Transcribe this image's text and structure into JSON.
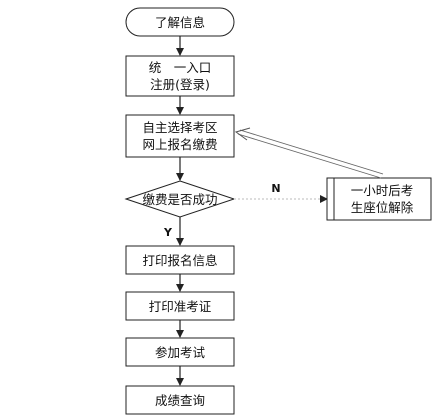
{
  "flowchart": {
    "start": {
      "label": "了解信息"
    },
    "register": {
      "lines": [
        "统　一入口",
        "注册(登录)"
      ]
    },
    "select_exam": {
      "lines": [
        "自主选择考区",
        "网上报名缴费"
      ]
    },
    "payment_check": {
      "label": "缴费是否成功"
    },
    "release_seat": {
      "lines": [
        "一小时后考",
        "生座位解除"
      ]
    },
    "print_info": {
      "label": "打印报名信息"
    },
    "print_ticket": {
      "label": "打印准考证"
    },
    "take_exam": {
      "label": "参加考试"
    },
    "query_score": {
      "label": "成绩查询"
    },
    "edge_no_label": "N",
    "edge_yes_label": "Y",
    "colors": {
      "stroke": "#222222",
      "text": "#111111",
      "dashed_edge": "#bbbbbb"
    }
  }
}
